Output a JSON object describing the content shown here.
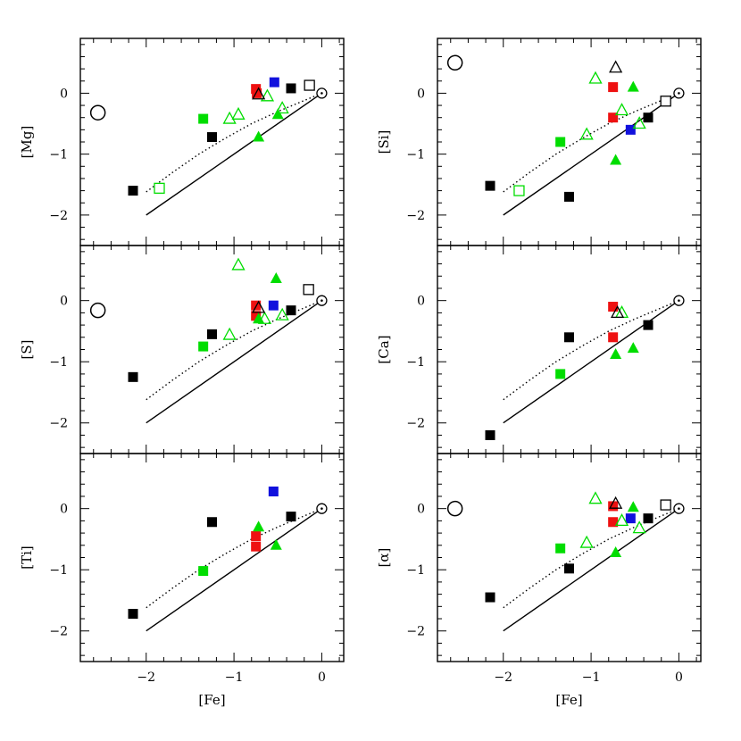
{
  "chart_data": {
    "type": "scatter",
    "layout": "2 columns x 3 rows of panels, shared x axis per column",
    "x_axis": {
      "label": "[Fe]",
      "lim": [
        -2.75,
        0.25
      ],
      "ticks": [
        -2,
        -1,
        0
      ]
    },
    "y_axis": {
      "lim": [
        -2.5,
        0.9
      ],
      "ticks": [
        -2,
        -1,
        0
      ]
    },
    "lines": {
      "solid": [
        [
          -2.0,
          -2.0
        ],
        [
          0.0,
          0.0
        ]
      ],
      "dotted": [
        [
          -2.0,
          -1.62
        ],
        [
          -1.7,
          -1.3
        ],
        [
          -1.4,
          -1.0
        ],
        [
          -1.1,
          -0.74
        ],
        [
          -0.8,
          -0.5
        ],
        [
          -0.5,
          -0.3
        ],
        [
          -0.2,
          -0.12
        ],
        [
          0.0,
          0.0
        ]
      ]
    },
    "colors": {
      "black": "#000000",
      "red": "#ee1111",
      "blue": "#1111dd",
      "green": "#00dd00"
    },
    "panels": [
      {
        "id": "mg",
        "ylabel": "[Mg]",
        "col": 0,
        "row": 0,
        "points": [
          {
            "x": -2.15,
            "y": -1.6,
            "m": "square",
            "c": "black"
          },
          {
            "x": -1.25,
            "y": -0.72,
            "m": "square",
            "c": "black"
          },
          {
            "x": -0.35,
            "y": 0.08,
            "m": "square",
            "c": "black"
          },
          {
            "x": -0.14,
            "y": 0.13,
            "m": "osquare",
            "c": "black"
          },
          {
            "x": -0.75,
            "y": 0.07,
            "m": "square",
            "c": "red"
          },
          {
            "x": -0.74,
            "y": 0.0,
            "m": "square",
            "c": "red"
          },
          {
            "x": -0.54,
            "y": 0.18,
            "m": "square",
            "c": "blue"
          },
          {
            "x": -1.35,
            "y": -0.42,
            "m": "square",
            "c": "green"
          },
          {
            "x": -1.85,
            "y": -1.56,
            "m": "osquare",
            "c": "green"
          },
          {
            "x": -0.72,
            "y": -0.72,
            "m": "triangle",
            "c": "green"
          },
          {
            "x": -0.5,
            "y": -0.35,
            "m": "triangle",
            "c": "green"
          },
          {
            "x": -1.05,
            "y": -0.42,
            "m": "otriangle",
            "c": "green"
          },
          {
            "x": -0.95,
            "y": -0.35,
            "m": "otriangle",
            "c": "green"
          },
          {
            "x": -0.62,
            "y": -0.05,
            "m": "otriangle",
            "c": "green"
          },
          {
            "x": -0.45,
            "y": -0.25,
            "m": "otriangle",
            "c": "green"
          },
          {
            "x": -0.72,
            "y": -0.02,
            "m": "otriangle",
            "c": "black"
          },
          {
            "x": -2.55,
            "y": -0.32,
            "m": "ocircle",
            "c": "black"
          },
          {
            "x": 0.0,
            "y": 0.0,
            "m": "sun",
            "c": "black"
          }
        ]
      },
      {
        "id": "si",
        "ylabel": "[Si]",
        "col": 1,
        "row": 0,
        "points": [
          {
            "x": -2.15,
            "y": -1.52,
            "m": "square",
            "c": "black"
          },
          {
            "x": -1.25,
            "y": -1.7,
            "m": "square",
            "c": "black"
          },
          {
            "x": -0.35,
            "y": -0.4,
            "m": "square",
            "c": "black"
          },
          {
            "x": -0.15,
            "y": -0.13,
            "m": "osquare",
            "c": "black"
          },
          {
            "x": -0.75,
            "y": 0.1,
            "m": "square",
            "c": "red"
          },
          {
            "x": -0.75,
            "y": -0.4,
            "m": "square",
            "c": "red"
          },
          {
            "x": -0.55,
            "y": -0.6,
            "m": "square",
            "c": "blue"
          },
          {
            "x": -1.35,
            "y": -0.8,
            "m": "square",
            "c": "green"
          },
          {
            "x": -1.82,
            "y": -1.6,
            "m": "osquare",
            "c": "green"
          },
          {
            "x": -0.72,
            "y": -1.1,
            "m": "triangle",
            "c": "green"
          },
          {
            "x": -0.52,
            "y": 0.1,
            "m": "triangle",
            "c": "green"
          },
          {
            "x": -0.95,
            "y": 0.24,
            "m": "otriangle",
            "c": "green"
          },
          {
            "x": -1.05,
            "y": -0.68,
            "m": "otriangle",
            "c": "green"
          },
          {
            "x": -0.65,
            "y": -0.28,
            "m": "otriangle",
            "c": "green"
          },
          {
            "x": -0.45,
            "y": -0.5,
            "m": "otriangle",
            "c": "green"
          },
          {
            "x": -0.72,
            "y": 0.42,
            "m": "otriangle",
            "c": "black"
          },
          {
            "x": -2.55,
            "y": 0.5,
            "m": "ocircle",
            "c": "black"
          },
          {
            "x": 0.0,
            "y": 0.0,
            "m": "sun",
            "c": "black"
          }
        ]
      },
      {
        "id": "s",
        "ylabel": "[S]",
        "col": 0,
        "row": 1,
        "points": [
          {
            "x": -2.15,
            "y": -1.25,
            "m": "square",
            "c": "black"
          },
          {
            "x": -1.25,
            "y": -0.55,
            "m": "square",
            "c": "black"
          },
          {
            "x": -0.35,
            "y": -0.16,
            "m": "square",
            "c": "black"
          },
          {
            "x": -0.15,
            "y": 0.18,
            "m": "osquare",
            "c": "black"
          },
          {
            "x": -0.75,
            "y": -0.08,
            "m": "square",
            "c": "red"
          },
          {
            "x": -0.75,
            "y": -0.25,
            "m": "square",
            "c": "red"
          },
          {
            "x": -0.55,
            "y": -0.08,
            "m": "square",
            "c": "blue"
          },
          {
            "x": -1.35,
            "y": -0.75,
            "m": "square",
            "c": "green"
          },
          {
            "x": -0.72,
            "y": -0.3,
            "m": "triangle",
            "c": "green"
          },
          {
            "x": -0.52,
            "y": 0.36,
            "m": "triangle",
            "c": "green"
          },
          {
            "x": -0.95,
            "y": 0.58,
            "m": "otriangle",
            "c": "green"
          },
          {
            "x": -1.05,
            "y": -0.56,
            "m": "otriangle",
            "c": "green"
          },
          {
            "x": -0.65,
            "y": -0.3,
            "m": "otriangle",
            "c": "green"
          },
          {
            "x": -0.45,
            "y": -0.24,
            "m": "otriangle",
            "c": "green"
          },
          {
            "x": -0.72,
            "y": -0.12,
            "m": "otriangle",
            "c": "black"
          },
          {
            "x": -2.55,
            "y": -0.16,
            "m": "ocircle",
            "c": "black"
          },
          {
            "x": 0.0,
            "y": 0.0,
            "m": "sun",
            "c": "black"
          }
        ]
      },
      {
        "id": "ca",
        "ylabel": "[Ca]",
        "col": 1,
        "row": 1,
        "points": [
          {
            "x": -2.15,
            "y": -2.2,
            "m": "square",
            "c": "black"
          },
          {
            "x": -1.25,
            "y": -0.6,
            "m": "square",
            "c": "black"
          },
          {
            "x": -0.35,
            "y": -0.4,
            "m": "square",
            "c": "black"
          },
          {
            "x": -0.75,
            "y": -0.1,
            "m": "square",
            "c": "red"
          },
          {
            "x": -0.75,
            "y": -0.6,
            "m": "square",
            "c": "red"
          },
          {
            "x": -1.35,
            "y": -1.2,
            "m": "square",
            "c": "green"
          },
          {
            "x": -0.72,
            "y": -0.88,
            "m": "triangle",
            "c": "green"
          },
          {
            "x": -0.52,
            "y": -0.78,
            "m": "triangle",
            "c": "green"
          },
          {
            "x": -0.65,
            "y": -0.2,
            "m": "otriangle",
            "c": "green"
          },
          {
            "x": -0.7,
            "y": -0.2,
            "m": "otriangle",
            "c": "black"
          },
          {
            "x": 0.0,
            "y": 0.0,
            "m": "sun",
            "c": "black"
          }
        ]
      },
      {
        "id": "ti",
        "ylabel": "[Ti]",
        "col": 0,
        "row": 2,
        "points": [
          {
            "x": -2.15,
            "y": -1.72,
            "m": "square",
            "c": "black"
          },
          {
            "x": -1.25,
            "y": -0.22,
            "m": "square",
            "c": "black"
          },
          {
            "x": -0.35,
            "y": -0.13,
            "m": "square",
            "c": "black"
          },
          {
            "x": -0.75,
            "y": -0.45,
            "m": "square",
            "c": "red"
          },
          {
            "x": -0.75,
            "y": -0.62,
            "m": "square",
            "c": "red"
          },
          {
            "x": -0.55,
            "y": 0.28,
            "m": "square",
            "c": "blue"
          },
          {
            "x": -1.35,
            "y": -1.02,
            "m": "square",
            "c": "green"
          },
          {
            "x": -0.72,
            "y": -0.3,
            "m": "triangle",
            "c": "green"
          },
          {
            "x": -0.52,
            "y": -0.6,
            "m": "triangle",
            "c": "green"
          },
          {
            "x": 0.0,
            "y": 0.0,
            "m": "sun",
            "c": "black"
          }
        ]
      },
      {
        "id": "alpha",
        "ylabel": "[α]",
        "col": 1,
        "row": 2,
        "points": [
          {
            "x": -2.15,
            "y": -1.45,
            "m": "square",
            "c": "black"
          },
          {
            "x": -1.25,
            "y": -0.98,
            "m": "square",
            "c": "black"
          },
          {
            "x": -0.35,
            "y": -0.16,
            "m": "square",
            "c": "black"
          },
          {
            "x": -0.15,
            "y": 0.06,
            "m": "osquare",
            "c": "black"
          },
          {
            "x": -0.75,
            "y": 0.04,
            "m": "square",
            "c": "red"
          },
          {
            "x": -0.75,
            "y": -0.22,
            "m": "square",
            "c": "red"
          },
          {
            "x": -0.55,
            "y": -0.16,
            "m": "square",
            "c": "blue"
          },
          {
            "x": -1.35,
            "y": -0.65,
            "m": "square",
            "c": "green"
          },
          {
            "x": -0.72,
            "y": -0.72,
            "m": "triangle",
            "c": "green"
          },
          {
            "x": -0.52,
            "y": 0.02,
            "m": "triangle",
            "c": "green"
          },
          {
            "x": -0.95,
            "y": 0.16,
            "m": "otriangle",
            "c": "green"
          },
          {
            "x": -1.05,
            "y": -0.56,
            "m": "otriangle",
            "c": "green"
          },
          {
            "x": -0.65,
            "y": -0.2,
            "m": "otriangle",
            "c": "green"
          },
          {
            "x": -0.45,
            "y": -0.32,
            "m": "otriangle",
            "c": "green"
          },
          {
            "x": -0.72,
            "y": 0.08,
            "m": "otriangle",
            "c": "black"
          },
          {
            "x": -2.55,
            "y": 0.0,
            "m": "ocircle",
            "c": "black"
          },
          {
            "x": 0.0,
            "y": 0.0,
            "m": "sun",
            "c": "black"
          }
        ]
      }
    ]
  }
}
